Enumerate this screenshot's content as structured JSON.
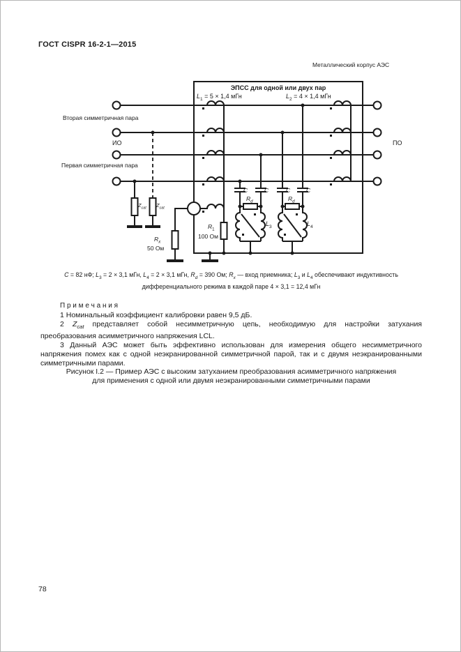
{
  "header": {
    "title": "ГОСТ CISPR 16-2-1—2015"
  },
  "page_number": "78",
  "figure": {
    "case_label": "Металлический корпус АЭС",
    "epss_title": "ЭПСС для одной или двух пар",
    "labels": {
      "pair_second": "Вторая симметричная пара",
      "pair_first": "Первая симметричная пара",
      "io": "ИО",
      "po": "ПО",
      "c": "C",
      "l1": [
        {
          "t": "L",
          "i": 1
        },
        {
          "t": "1",
          "s": 1
        },
        {
          "t": " = 5 × 1,4 мГн"
        }
      ],
      "l2": [
        {
          "t": "L",
          "i": 1
        },
        {
          "t": "2",
          "s": 1
        },
        {
          "t": " = 4 × 1,4 мГн"
        }
      ],
      "rd": [
        {
          "t": "R",
          "i": 1
        },
        {
          "t": "d",
          "s": 1,
          "i": 1
        }
      ],
      "l3": [
        {
          "t": "L",
          "i": 1
        },
        {
          "t": "3",
          "s": 1
        }
      ],
      "l4": [
        {
          "t": "L",
          "i": 1
        },
        {
          "t": "4",
          "s": 1
        }
      ],
      "r1": [
        {
          "t": "R",
          "i": 1
        },
        {
          "t": "1",
          "s": 1
        }
      ],
      "r1_value": "100 Ом",
      "rx": [
        {
          "t": "R",
          "i": 1
        },
        {
          "t": "x",
          "s": 1,
          "i": 1
        }
      ],
      "rx_value": "50 Ом",
      "zcat": [
        {
          "t": "Z",
          "i": 1
        },
        {
          "t": "cat",
          "s": 1,
          "i": 1
        }
      ]
    },
    "caption_line1": [
      {
        "t": "C",
        "i": 1
      },
      {
        "t": " = 82 нФ; "
      },
      {
        "t": "L",
        "i": 1
      },
      {
        "t": "3",
        "s": 1
      },
      {
        "t": " = 2 × 3,1 мГн, "
      },
      {
        "t": "L",
        "i": 1
      },
      {
        "t": "4",
        "s": 1
      },
      {
        "t": " = 2 × 3,1 мГн, "
      },
      {
        "t": "R",
        "i": 1
      },
      {
        "t": "d",
        "s": 1,
        "i": 1
      },
      {
        "t": " = 390 Ом; "
      },
      {
        "t": "R",
        "i": 1
      },
      {
        "t": "x",
        "s": 1,
        "i": 1
      },
      {
        "t": " — вход приемника; "
      },
      {
        "t": "L",
        "i": 1
      },
      {
        "t": "3",
        "s": 1
      },
      {
        "t": " и "
      },
      {
        "t": "L",
        "i": 1
      },
      {
        "t": "4",
        "s": 1
      },
      {
        "t": " обеспечивают индуктивность"
      }
    ],
    "caption_line2": [
      {
        "t": "дифференциального режима в каждой паре 4 × 3,1 = 12,4 мГн"
      }
    ]
  },
  "notes": {
    "heading": "П р и м е ч а н и я",
    "note1": "1 Номинальный коэффициент калибровки равен 9,5 дБ.",
    "note2": [
      {
        "t": "2 "
      },
      {
        "t": "Z",
        "i": 1
      },
      {
        "t": "cat",
        "s": 1,
        "i": 1
      },
      {
        "t": " представляет собой несимметричную цепь, необходимую для настройки затухания преобразования асимметричного напряжения LCL."
      }
    ],
    "note3": "3 Данный АЭС может быть эффективно использован для измерения общего несимметричного напряжения помех как с одной неэкранированной симметричной парой, так и с двумя неэкранированными симметричными парами."
  },
  "figure_caption": {
    "line1": "Рисунок I.2 — Пример АЭС с высоким затуханием преобразования асимметричного напряжения",
    "line2": "для применения с одной или двумя неэкранированными симметричными парами"
  }
}
